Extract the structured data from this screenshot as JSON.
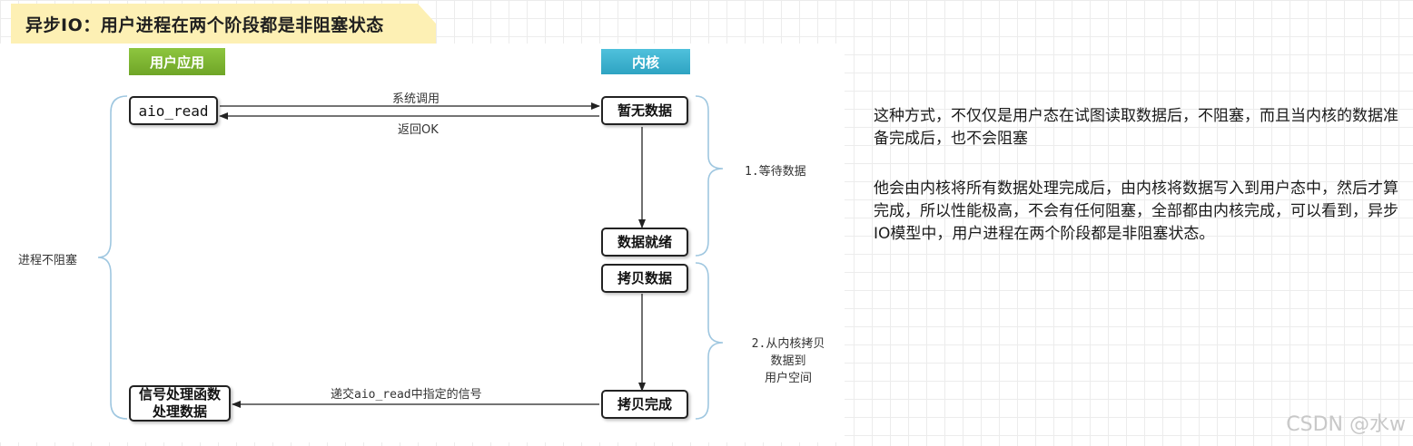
{
  "title": "异步IO：用户进程在两个阶段都是非阻塞状态",
  "diagram": {
    "header_user": "用户应用",
    "header_kernel": "内核",
    "box_aio_read": "aio_read",
    "box_no_data": "暂无数据",
    "box_data_ready": "数据就绪",
    "box_copy_data": "拷贝数据",
    "box_copy_done": "拷贝完成",
    "box_signal_line1": "信号处理函数",
    "box_signal_line2": "处理数据",
    "arrow_syscall": "系统调用",
    "arrow_return_ok": "返回OK",
    "arrow_deliver_signal": "递交aio_read中指定的信号",
    "phase1_label": "1.等待数据",
    "phase2_line1": "2.从内核拷贝",
    "phase2_line2": "数据到",
    "phase2_line3": "用户空间",
    "left_label": "进程不阻塞"
  },
  "description": {
    "paragraph1": "这种方式，不仅仅是用户态在试图读取数据后，不阻塞，而且当内核的数据准备完成后，也不会阻塞",
    "paragraph2": "他会由内核将所有数据处理完成后，由内核将数据写入到用户态中，然后才算完成，所以性能极高，不会有任何阻塞，全部都由内核完成，可以看到，异步IO模型中，用户进程在两个阶段都是非阻塞状态。"
  },
  "watermark": "CSDN @水w",
  "colors": {
    "title_bg": "#fdf0b4",
    "user_header": "#7cb432",
    "kernel_header": "#3cb1d0",
    "brace": "#9fc7e0"
  }
}
